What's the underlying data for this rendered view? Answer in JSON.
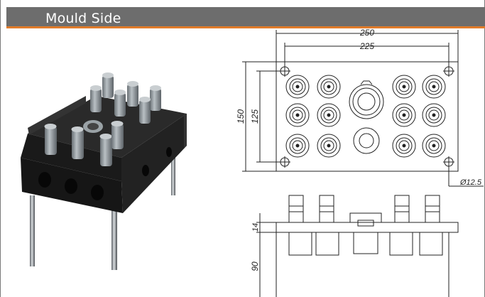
{
  "header": {
    "title": "Mould Side"
  },
  "colors": {
    "header_bg": "#6d6d6d",
    "accent": "#e07b2a",
    "block": "#1e1e1e",
    "fitting": "#8a9196",
    "line": "#222222"
  },
  "drawing": {
    "width_outer": "250",
    "width_inner": "225",
    "height_outer": "150",
    "height_inner": "125",
    "hole_diameter": "Ø12.5",
    "thickness": "14",
    "depth": "90"
  },
  "icons": {
    "product_render": "manifold-block-3d",
    "drawing": "technical-drawing"
  }
}
